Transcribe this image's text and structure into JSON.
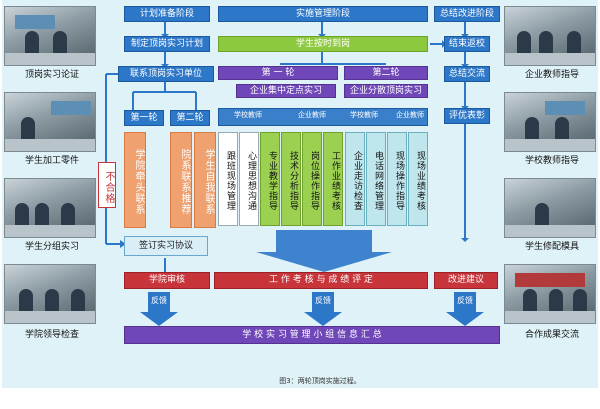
{
  "photos": {
    "left": [
      {
        "caption": "顶岗实习论证"
      },
      {
        "caption": "学生加工零件"
      },
      {
        "caption": "学生分组实习"
      },
      {
        "caption": "学院领导检查"
      }
    ],
    "right": [
      {
        "caption": "企业教师指导"
      },
      {
        "caption": "学校教师指导"
      },
      {
        "caption": "学生修配模具"
      },
      {
        "caption": "合作成果交流"
      }
    ]
  },
  "phases": {
    "plan": "计划准备阶段",
    "implement": "实施管理阶段",
    "summary": "总结改进阶段"
  },
  "steps": {
    "make_plan": "制定顶岗实习计划",
    "on_duty": "学生按时到岗",
    "finish": "结束返校",
    "contact": "联系顶岗实习单位",
    "summary_exchange": "总结交流",
    "round1": "第 一 轮",
    "round2": "第二轮",
    "enterprise_center": "企业集中定点实习",
    "enterprise_scatter": "企业分散顶岗实习",
    "school_round1": "第一轮",
    "school_round2": "第二轮",
    "evaluation": "评优表彰",
    "unqualified": "不合格",
    "sign": "签订实习协议"
  },
  "teacher_labels": {
    "t1": "学校教师",
    "t2": "企业教师",
    "t3": "学校教师",
    "t4": "企业教师"
  },
  "vertical_cells": {
    "school_lead": "学院牵头联系",
    "dept_recommend": "院系联系推荐",
    "student_self": "学生自我联系",
    "c1": "跟班现场管理",
    "c2": "心理思想沟通",
    "c3": "专业教学指导",
    "c4": "技术分析指导",
    "c5": "岗位操作指导",
    "c6": "工作业绩考核",
    "c7": "企业走访检查",
    "c8": "电话网络管理",
    "c9": "现场操作指导",
    "c10": "现场业绩考核"
  },
  "bottom": {
    "school_audit": "学院审核",
    "work_eval": "工 作 考 核 与 成 绩 评 定",
    "improve": "改进建议",
    "feedback1": "反馈",
    "feedback2": "反馈",
    "feedback3": "反馈",
    "info_summary": "学 校 实 习 管 理 小 组 信 息 汇 总"
  },
  "figure_caption": "图3：两轮顶岗实施过程。"
}
